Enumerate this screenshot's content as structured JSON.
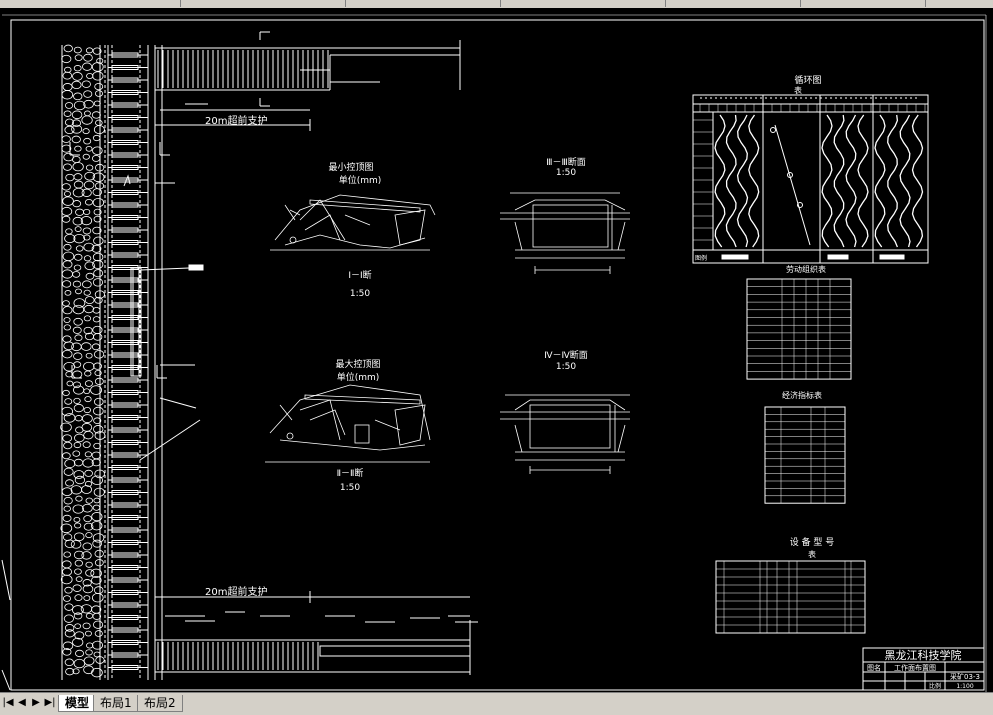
{
  "drawing": {
    "support_top_label": "20m超前支护",
    "support_bottom_label": "20m超前支护",
    "section_min": {
      "title": "最小控顶图",
      "unit": "单位(mm)",
      "caption": "Ⅰ－Ⅰ断",
      "scale": "1:50"
    },
    "section_max": {
      "title": "最大控顶图",
      "unit": "单位(mm)",
      "caption": "Ⅱ－Ⅱ断",
      "scale": "1:50"
    },
    "section_3": {
      "title": "Ⅲ－Ⅲ断面",
      "scale": "1:50"
    },
    "section_4": {
      "title": "Ⅳ－Ⅳ断面",
      "scale": "1:50"
    },
    "cycle_chart": {
      "title": "循环图",
      "subtitle": "表",
      "legend_label": "图例"
    },
    "labor_table": {
      "title": "劳动组织表"
    },
    "economic_table": {
      "title": "经济指标表"
    },
    "equipment_table": {
      "title": "设 备 型 号",
      "subtitle": "表"
    },
    "title_block": {
      "school": "黑龙江科技学院",
      "drawing_name": "工作面布置图",
      "name_label": "图名",
      "scale_label": "比例",
      "scale_value": "1:100",
      "number": "采矿03-3"
    }
  },
  "tabs": [
    {
      "label": "模型",
      "active": true
    },
    {
      "label": "布局1",
      "active": false
    },
    {
      "label": "布局2",
      "active": false
    }
  ],
  "nav": {
    "first": "|◀",
    "prev": "◀",
    "next": "▶",
    "last": "▶|"
  }
}
